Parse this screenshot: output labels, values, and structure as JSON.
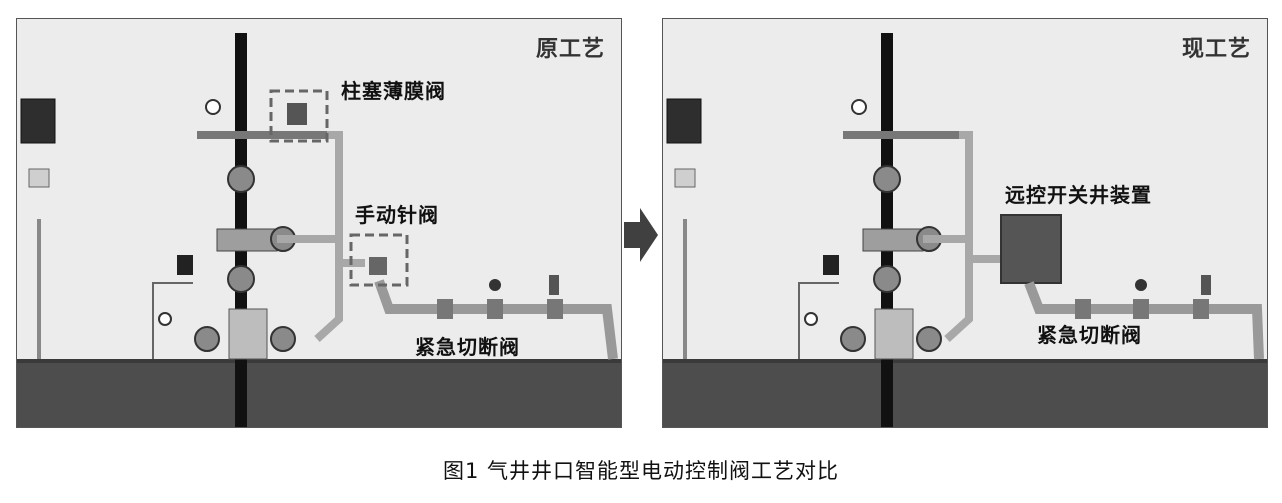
{
  "left_panel": {
    "title": "原工艺",
    "labels": {
      "plunger_valve": "柱塞薄膜阀",
      "needle_valve": "手动针阀",
      "emergency_valve": "紧急切断阀"
    }
  },
  "right_panel": {
    "title": "现工艺",
    "labels": {
      "remote_device": "远控开关井装置",
      "emergency_valve": "紧急切断阀"
    }
  },
  "caption": "图1 气井井口智能型电动控制阀工艺对比"
}
